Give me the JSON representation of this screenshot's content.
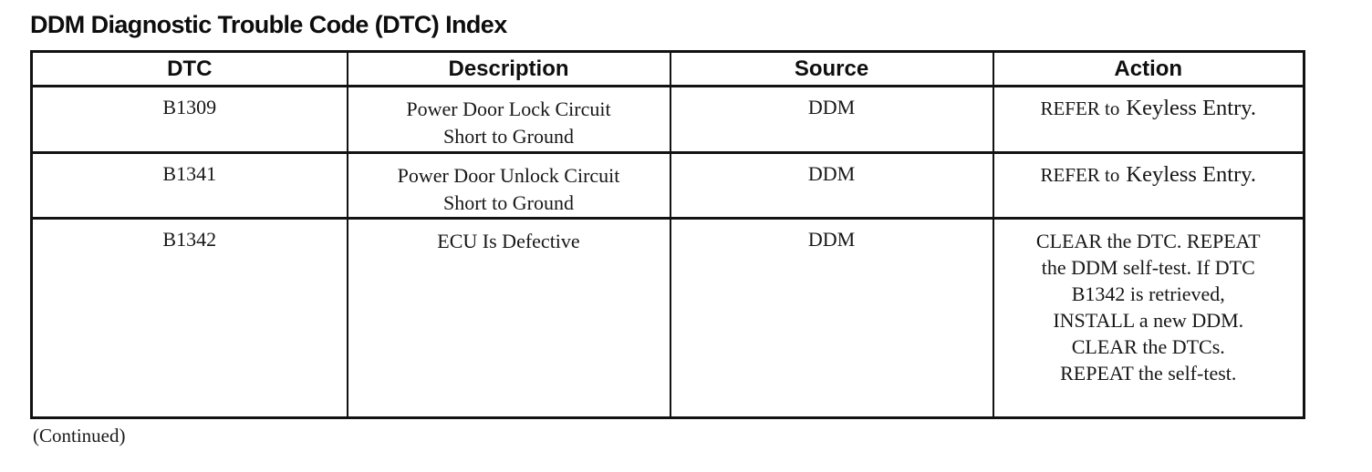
{
  "title": "DDM Diagnostic Trouble Code (DTC) Index",
  "table": {
    "headers": [
      "DTC",
      "Description",
      "Source",
      "Action"
    ],
    "rows": [
      {
        "dtc": "B1309",
        "description_lines": [
          "Power Door Lock Circuit",
          "Short to Ground"
        ],
        "source": "DDM",
        "action_prefix": "REFER to",
        "action_reference": "Keyless Entry."
      },
      {
        "dtc": "B1341",
        "description_lines": [
          "Power Door Unlock Circuit",
          "Short to Ground"
        ],
        "source": "DDM",
        "action_prefix": "REFER to",
        "action_reference": "Keyless Entry."
      },
      {
        "dtc": "B1342",
        "description_lines": [
          "ECU Is Defective"
        ],
        "source": "DDM",
        "action_lines": [
          "CLEAR the DTC. REPEAT",
          "the DDM self-test. If DTC",
          "B1342 is retrieved,",
          "INSTALL a new DDM.",
          "CLEAR the DTCs.",
          "REPEAT the self-test."
        ]
      }
    ]
  },
  "footer": {
    "continued": "(Continued)"
  }
}
